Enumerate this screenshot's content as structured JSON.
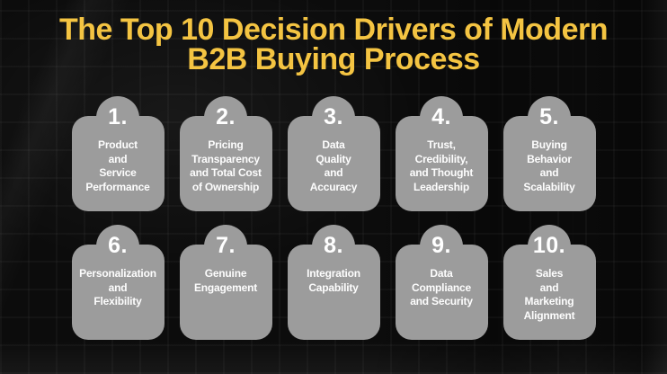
{
  "title": {
    "line1": "The Top 10 Decision Drivers of Modern",
    "line2": "B2B Buying Process"
  },
  "colors": {
    "background": "#0c0c0c",
    "title_yellow": "#f4c442",
    "card_gray": "#9c9c9c",
    "card_text": "#fdfdfd"
  },
  "cards": [
    {
      "number": "1.",
      "label": "Product\nand\nService\nPerformance"
    },
    {
      "number": "2.",
      "label": "Pricing\nTransparency\nand Total Cost\nof Ownership"
    },
    {
      "number": "3.",
      "label": "Data\nQuality\nand\nAccuracy"
    },
    {
      "number": "4.",
      "label": "Trust,\nCredibility,\nand Thought\nLeadership"
    },
    {
      "number": "5.",
      "label": "Buying\nBehavior\nand\nScalability"
    },
    {
      "number": "6.",
      "label": "Personalization\nand\nFlexibility"
    },
    {
      "number": "7.",
      "label": "Genuine\nEngagement"
    },
    {
      "number": "8.",
      "label": "Integration\nCapability"
    },
    {
      "number": "9.",
      "label": "Data\nCompliance\nand Security"
    },
    {
      "number": "10.",
      "label": "Sales\nand\nMarketing\nAlignment"
    }
  ]
}
